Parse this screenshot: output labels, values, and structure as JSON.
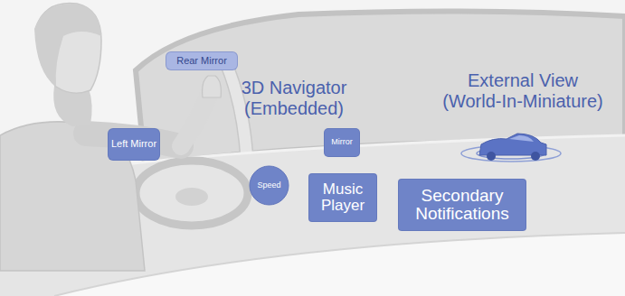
{
  "diagram": {
    "nodes": [
      {
        "text": [
          "Rear Mirror"
        ]
      },
      {
        "text": [
          "Left Mirror"
        ]
      },
      {
        "text": [
          "Mirror"
        ]
      },
      {
        "text": [
          "Speed"
        ]
      },
      {
        "text": [
          "Music Player"
        ]
      },
      {
        "text": [
          "Secondary Notifications"
        ]
      }
    ],
    "labels": [
      "3D Navigator (Embedded)",
      "External View (World-In-Miniature)"
    ]
  }
}
